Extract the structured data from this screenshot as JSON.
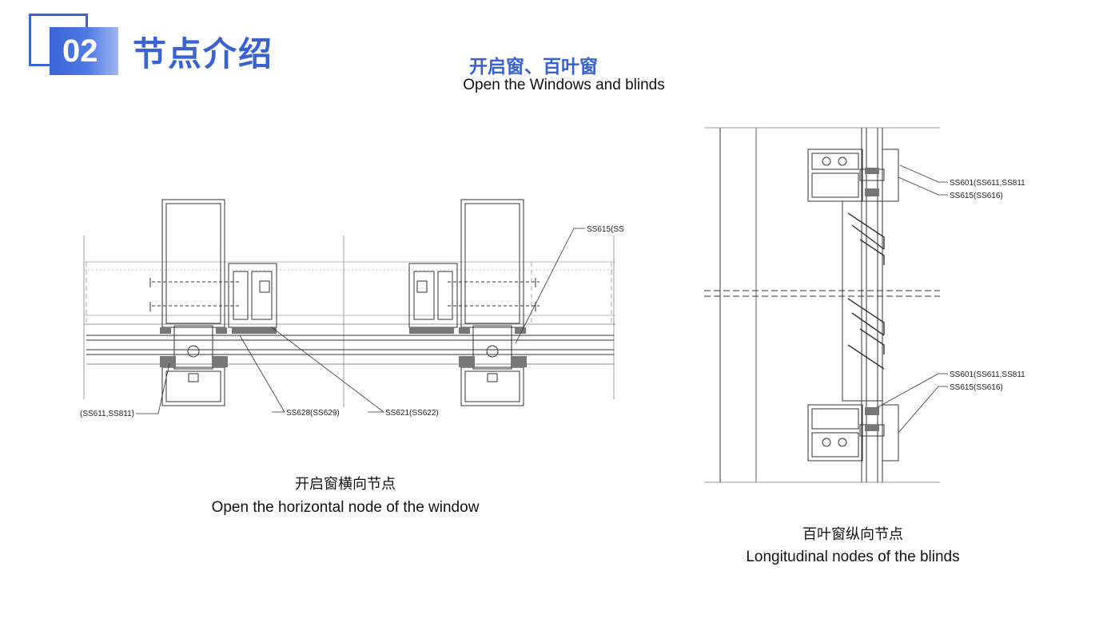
{
  "header": {
    "section_number": "02",
    "section_title": "节点介绍",
    "subtitle_cn": "开启窗、百叶窗",
    "subtitle_en": "Open the Windows and blinds"
  },
  "left_diagram": {
    "caption_cn": "开启窗横向节点",
    "caption_en": "Open the horizontal node of the window",
    "labels": {
      "ss615": "SS615(SS",
      "ss611": "(SS611,SS811)",
      "ss628": "SS628(SS629)",
      "ss621": "SS621(SS622)"
    }
  },
  "right_diagram": {
    "caption_cn": "百叶窗纵向节点",
    "caption_en": "Longitudinal nodes of the blinds",
    "labels": {
      "ss601_top": "SS601(SS611,SS811",
      "ss615_top": "SS615(SS616)",
      "ss601_bottom": "SS601(SS611,SS811",
      "ss615_bottom": "SS615(SS616)"
    }
  },
  "colors": {
    "accent": "#3a63d1",
    "line": "#222222"
  }
}
